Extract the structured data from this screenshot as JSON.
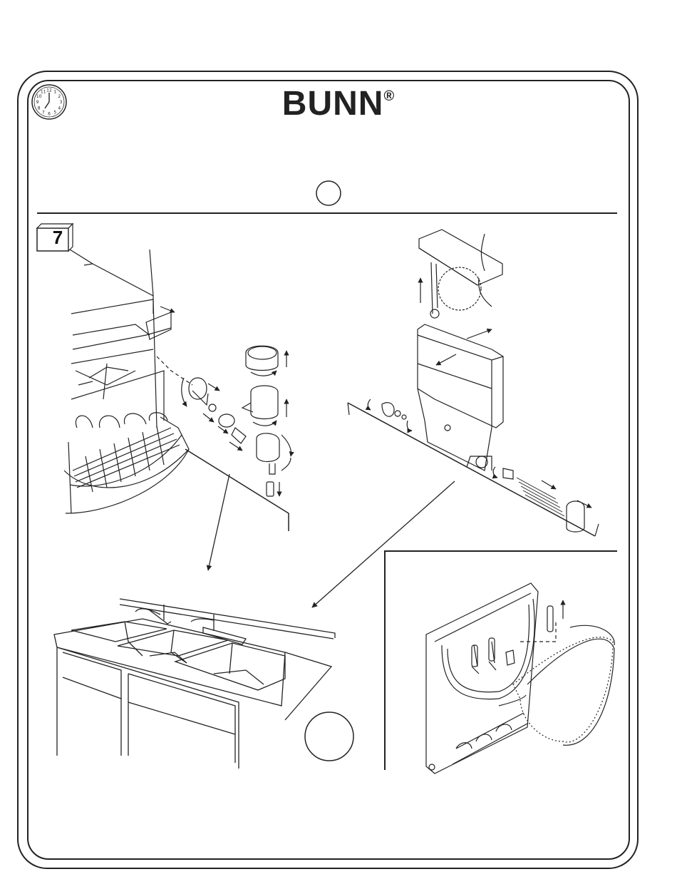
{
  "header": {
    "brand": "BUNN",
    "registered_mark": "®"
  },
  "step": {
    "number": "7"
  },
  "clock": {
    "numerals": [
      "12",
      "1",
      "2",
      "3",
      "4",
      "5",
      "6",
      "7",
      "8",
      "9",
      "10",
      "11"
    ]
  },
  "colors": {
    "ink": "#222222",
    "paper": "#ffffff"
  }
}
